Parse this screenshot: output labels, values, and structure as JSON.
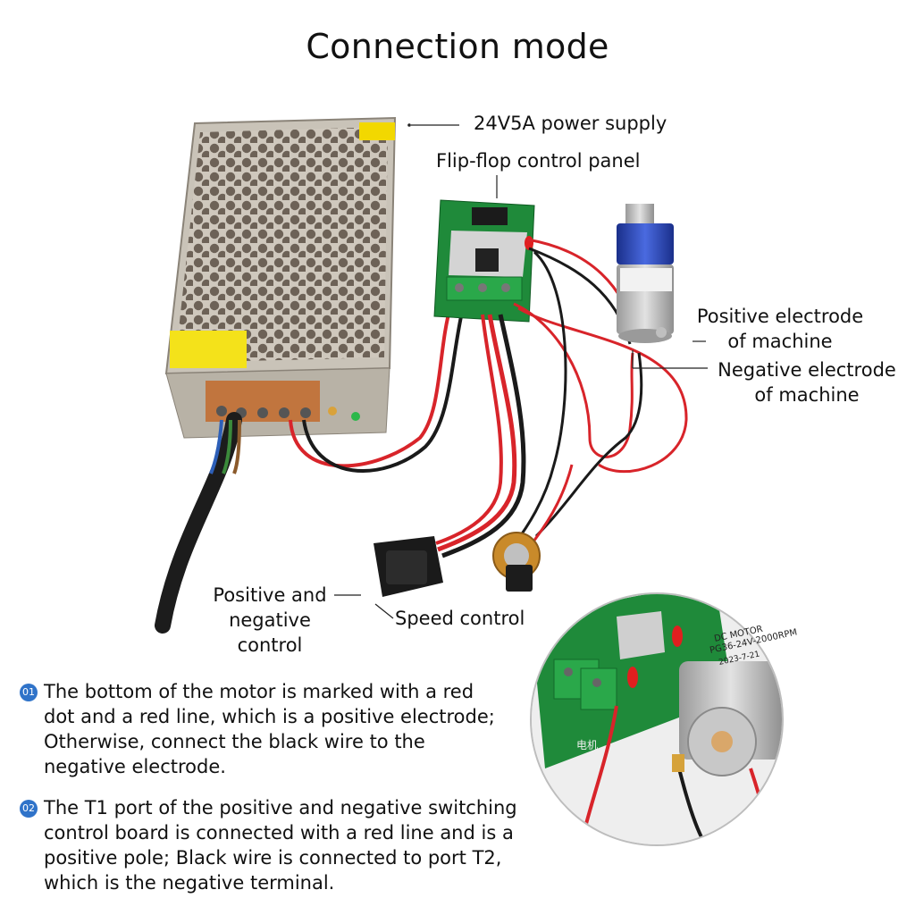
{
  "title": "Connection mode",
  "labels": {
    "power_supply": "24V5A power supply",
    "control_panel": "Flip-flop control panel",
    "positive_electrode": [
      "Positive electrode",
      "of machine"
    ],
    "negative_electrode": [
      "Negative electrode",
      "of machine"
    ],
    "pos_neg_control": [
      "Positive and",
      "negative",
      "control"
    ],
    "speed_control": "Speed control"
  },
  "notes": [
    {
      "badge": "01",
      "lines": [
        "The bottom of the motor is marked with a red",
        "dot and a red line, which is a positive electrode;",
        "Otherwise, connect the black wire to the",
        "negative electrode."
      ]
    },
    {
      "badge": "02",
      "lines": [
        "The T1 port of the positive and negative switching",
        "control board is connected with a red line and is a",
        "positive pole; Black wire is connected to port T2,",
        "which is the negative terminal."
      ]
    }
  ],
  "photo_text": {
    "motor_label": [
      "DC MOTOR",
      "PG36-24V-2000RPM",
      "2023-7-21"
    ],
    "board_mark": "电机"
  },
  "colors": {
    "red_wire": "#d8242a",
    "black_wire": "#1a1a1a",
    "pcb_green": "#1f8a3a",
    "terminal_green": "#2aa84a",
    "motor_blue": "#2b49b8",
    "badge_blue": "#2f73c9"
  }
}
